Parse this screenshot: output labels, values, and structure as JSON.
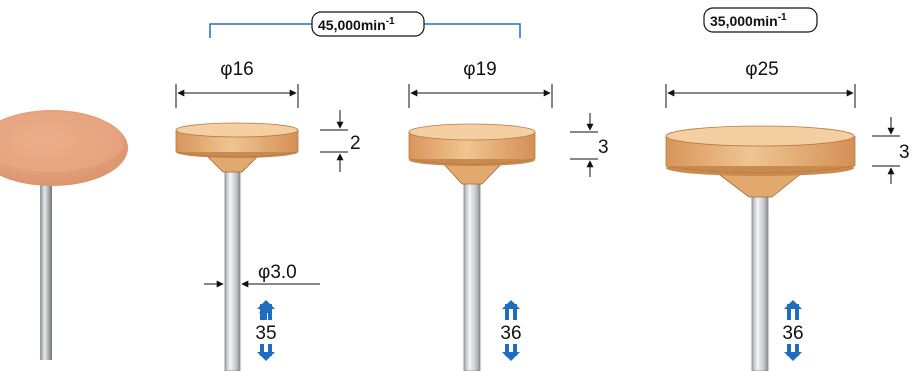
{
  "speed_labels": [
    {
      "base": "45,000min",
      "exp": "-1"
    },
    {
      "base": "35,000min",
      "exp": "-1"
    }
  ],
  "tools": [
    {
      "diameter": "φ16",
      "thickness": "2",
      "length": "35",
      "shank": "φ3.0"
    },
    {
      "diameter": "φ19",
      "thickness": "3",
      "length": "36"
    },
    {
      "diameter": "φ25",
      "thickness": "3",
      "length": "36"
    }
  ],
  "colors": {
    "wheel": "#e8b37a",
    "wheel_dark": "#c98a4e",
    "shaft": "#d9dde0",
    "bracket": "#2a6fb5",
    "arrow_blue": "#1f6ebd",
    "photo_wheel": "#e6a47f"
  },
  "icons": [
    "double-up-arrow-icon",
    "double-down-arrow-icon"
  ]
}
